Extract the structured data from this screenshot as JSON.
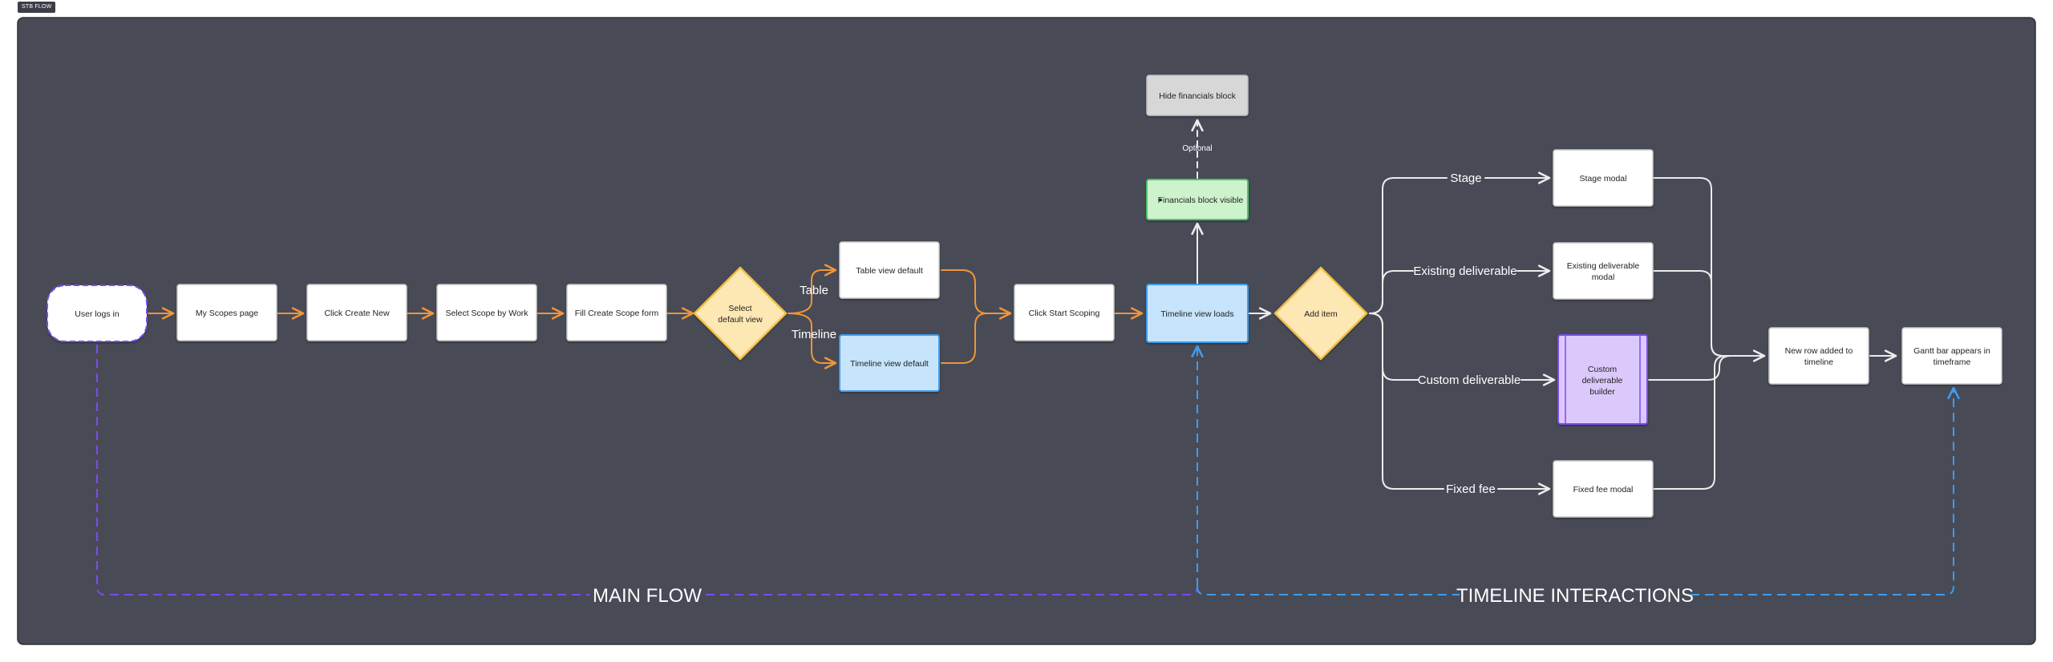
{
  "frame": {
    "name": "STB FLOW"
  },
  "colors": {
    "canvas": "#484b56",
    "orange": "#f0953a",
    "white_line": "#ececec",
    "purple": "#7b4cf0",
    "blue": "#3d9cf0",
    "box_fill": "#ffffff",
    "blue_fill": "#c6e4fb",
    "green_fill": "#cdf3cc",
    "gray_fill": "#d7d7d7",
    "purple_fill": "#dcc9fb",
    "diamond_fill": "#fde7b3",
    "diamond_stroke": "#f2bf4b"
  },
  "nodes": {
    "start": "User logs in",
    "my_scopes": "My Scopes page",
    "create_new": "Click Create New",
    "select_scope": "Select Scope by Work",
    "fill_form": "Fill Create Scope form",
    "select_view": [
      "Select",
      "default view"
    ],
    "table_default": "Table view default",
    "timeline_default": "Timeline view default",
    "start_scoping": "Click Start Scoping",
    "timeline_loads": "Timeline view loads",
    "financials_visible": "Financials block visible",
    "hide_financials": "Hide financials block",
    "add_item": "Add item",
    "stage_modal": "Stage modal",
    "existing_modal": [
      "Existing deliverable",
      "modal"
    ],
    "custom_builder": [
      "Custom",
      "deliverable",
      "builder"
    ],
    "fixed_fee_modal": "Fixed fee modal",
    "new_row": [
      "New row added to",
      "timeline"
    ],
    "gantt_bar": [
      "Gantt bar appears in",
      "timeframe"
    ]
  },
  "edge_labels": {
    "table": "Table",
    "timeline": "Timeline",
    "optional": "Optional",
    "stage": "Stage",
    "existing": "Existing deliverable",
    "custom": "Custom deliverable",
    "fixed": "Fixed fee"
  },
  "sections": {
    "main_flow": "MAIN FLOW",
    "timeline_interactions": "TIMELINE INTERACTIONS"
  }
}
